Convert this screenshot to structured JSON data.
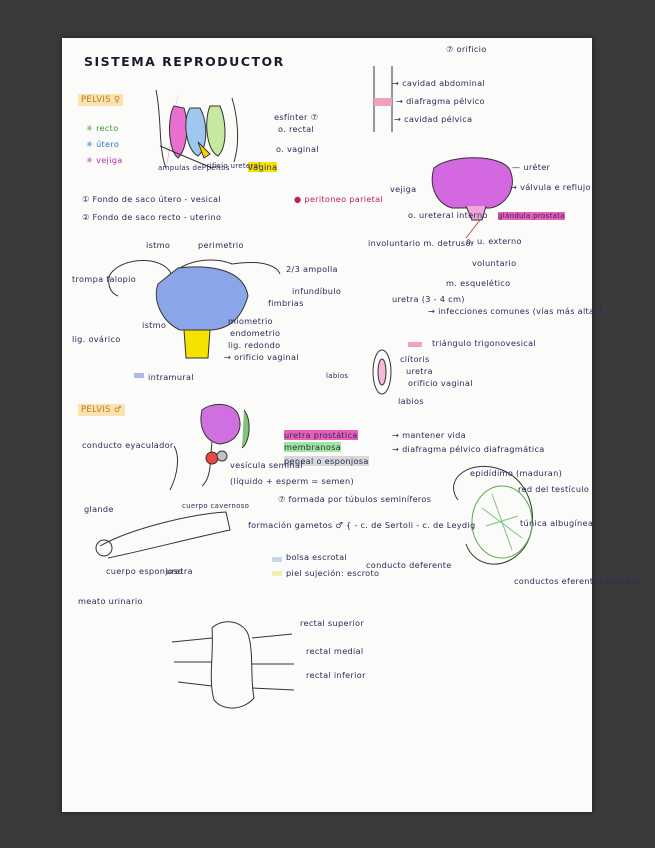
{
  "notes": {
    "title": "SISTEMA REPRODUCTOR",
    "orificio": "⑦ orificio",
    "pelvis_female": "PELVIS ♀",
    "recto": "✳ recto",
    "utero": "✳ útero",
    "vejiga": "✳ vejiga",
    "esfinter": "esfínter ⑦",
    "o_rectal": "o. rectal",
    "o_vaginal": "o. vaginal",
    "vagina": "vagina",
    "ampulas": "ampulas del peltos",
    "orificio_ureteral": "orificio ureteral",
    "cavidad_abdominal": "→ cavidad abdominal",
    "diafragma_pelvico": "→ diafragma pélvico",
    "cavidad_pelvica": "→ cavidad pélvica",
    "ureter": "— uréter",
    "vejiga2": "vejiga",
    "valvula": "→ válvula e reflujo",
    "o_ureteral_interno": "o. ureteral interno",
    "glandula": "glándula prostata",
    "involuntario": "involuntario m. detrusor",
    "o_u_externo": "o. u. externo",
    "voluntario": "voluntario",
    "m_esqueletico": "m. esquelético",
    "uretra_cm": "uretra (3 - 4 cm)",
    "infecciones": "→ infecciones comunes (vías más altas)",
    "triangulo": "triángulo trigonovesical",
    "fondo1": "① Fondo de saco útero - vesical",
    "fondo2": "② Fondo de saco recto - uterino",
    "peritoneo": "● peritoneo parietal",
    "istmo": "istmo",
    "perimetrio": "perimetrio",
    "ampolla": "2/3 ampolla",
    "trompa": "trompa falopio",
    "infundibulo": "infundíbulo",
    "fimbrias": "fimbrias",
    "istmo2": "istmo",
    "miometrio": "miometrio",
    "endometrio": "endometrio",
    "lig_ovarico": "lig. ovárico",
    "lig_redondo": "lig. redondo",
    "orificio_vaginal": "→ orificio vaginal",
    "intramural": "intramural",
    "clitoris": "clítoris",
    "labios": "labios",
    "uretra": "uretra",
    "orificio_vaginal2": "orificio vaginal",
    "labios2": "labios",
    "pelvis_male": "PELVIS ♂",
    "conducto_eyaculador": "conducto eyaculador",
    "uretra_prostatica": "uretra prostática",
    "mantener_vida": "→ mantener vida",
    "membranosa": "membranosa",
    "diafragma_pelvico2": "→ diafragma pélvico diafragmática",
    "peneal": "peneal o esponjosa",
    "vesicula": "vesícula seminal",
    "liquido": "(líquido + esperm = semen)",
    "epididimo": "epidídimo (maduran)",
    "red_testiculo": "red del testículo",
    "formada": "⑦ formada por túbulos seminíferos",
    "glande": "glande",
    "cuerpo_cavernoso": "cuerpo cavernoso",
    "formacion": "formación gametos ♂ { - c. de Sertoli - c. de Leydig",
    "tunica": "túnica albugínea",
    "conducto_deferente": "conducto deferente",
    "bolsa": "bolsa escrotal",
    "piel": "piel sujeción: escroto",
    "cuerpo_esponjoso": "cuerpo esponjoso",
    "uretra_male": "uretra",
    "conductos_eferentes": "conductos eferentes (salida)",
    "meato": "meato urinario",
    "rectal_superior": "rectal superior",
    "rectal_medial": "rectal medial",
    "rectal_inferior": "rectal inferior"
  }
}
